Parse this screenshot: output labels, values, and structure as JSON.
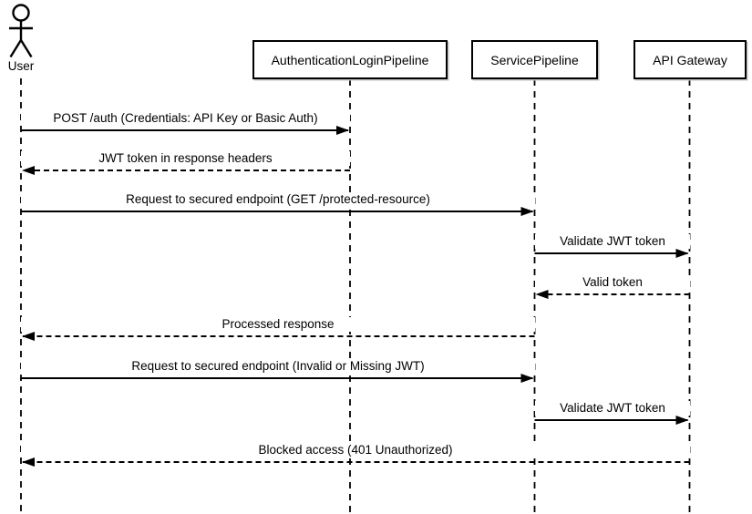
{
  "diagram": {
    "type": "uml-sequence-diagram",
    "background_color": "#ffffff",
    "stroke_color": "#000000",
    "actor": {
      "name": "User"
    },
    "participants": [
      {
        "name": "AuthenticationLoginPipeline"
      },
      {
        "name": "ServicePipeline"
      },
      {
        "name": "API Gateway"
      }
    ],
    "messages": [
      {
        "label": "POST /auth (Credentials: API Key or Basic Auth)",
        "from": "User",
        "to": "AuthenticationLoginPipeline",
        "line": "solid",
        "direction": "right"
      },
      {
        "label": "JWT token in response headers",
        "from": "AuthenticationLoginPipeline",
        "to": "User",
        "line": "dashed",
        "direction": "left"
      },
      {
        "label": "Request to secured endpoint (GET /protected-resource)",
        "from": "User",
        "to": "ServicePipeline",
        "line": "solid",
        "direction": "right"
      },
      {
        "label": "Validate JWT token",
        "from": "ServicePipeline",
        "to": "API Gateway",
        "line": "solid",
        "direction": "right"
      },
      {
        "label": "Valid token",
        "from": "API Gateway",
        "to": "ServicePipeline",
        "line": "dashed",
        "direction": "left"
      },
      {
        "label": "Processed response",
        "from": "ServicePipeline",
        "to": "User",
        "line": "dashed",
        "direction": "left"
      },
      {
        "label": "Request to secured endpoint (Invalid or Missing JWT)",
        "from": "User",
        "to": "ServicePipeline",
        "line": "solid",
        "direction": "right"
      },
      {
        "label": "Validate JWT token",
        "from": "ServicePipeline",
        "to": "API Gateway",
        "line": "solid",
        "direction": "right"
      },
      {
        "label": "Blocked access (401 Unauthorized)",
        "from": "API Gateway",
        "to": "User",
        "line": "dashed",
        "direction": "left"
      }
    ]
  }
}
